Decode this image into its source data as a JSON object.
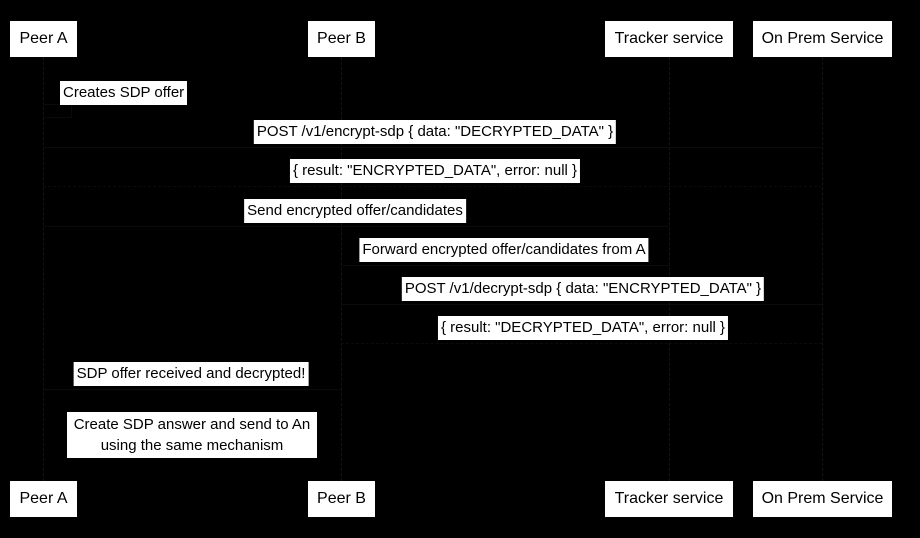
{
  "diagram": {
    "kind": "sequence-diagram",
    "background_color": "#000000",
    "box_background_color": "#ffffff",
    "text_color": "#000000"
  },
  "participants": [
    {
      "label": "Peer A"
    },
    {
      "label": "Peer B"
    },
    {
      "label": "Tracker service"
    },
    {
      "label": "On Prem Service"
    }
  ],
  "messages": [
    {
      "label": "Creates SDP offer",
      "from": "Peer A",
      "to": "Peer A"
    },
    {
      "label": "POST /v1/encrypt-sdp { data: \"DECRYPTED_DATA\" }",
      "from": "Peer A",
      "to": "On Prem Service"
    },
    {
      "label": "{ result: \"ENCRYPTED_DATA\", error: null }",
      "from": "On Prem Service",
      "to": "Peer A"
    },
    {
      "label": "Send encrypted offer/candidates",
      "from": "Peer A",
      "to": "Tracker service"
    },
    {
      "label": "Forward encrypted offer/candidates from A",
      "from": "Tracker service",
      "to": "Peer B"
    },
    {
      "label": "POST /v1/decrypt-sdp { data: \"ENCRYPTED_DATA\" }",
      "from": "Peer B",
      "to": "On Prem Service"
    },
    {
      "label": "{ result: \"DECRYPTED_DATA\", error: null }",
      "from": "On Prem Service",
      "to": "Peer B"
    },
    {
      "label": "SDP offer received and decrypted!",
      "from": "Peer B",
      "to": "Peer A"
    }
  ],
  "note": {
    "lines": [
      "Create SDP answer and send to An",
      "using the same mechanism"
    ]
  }
}
